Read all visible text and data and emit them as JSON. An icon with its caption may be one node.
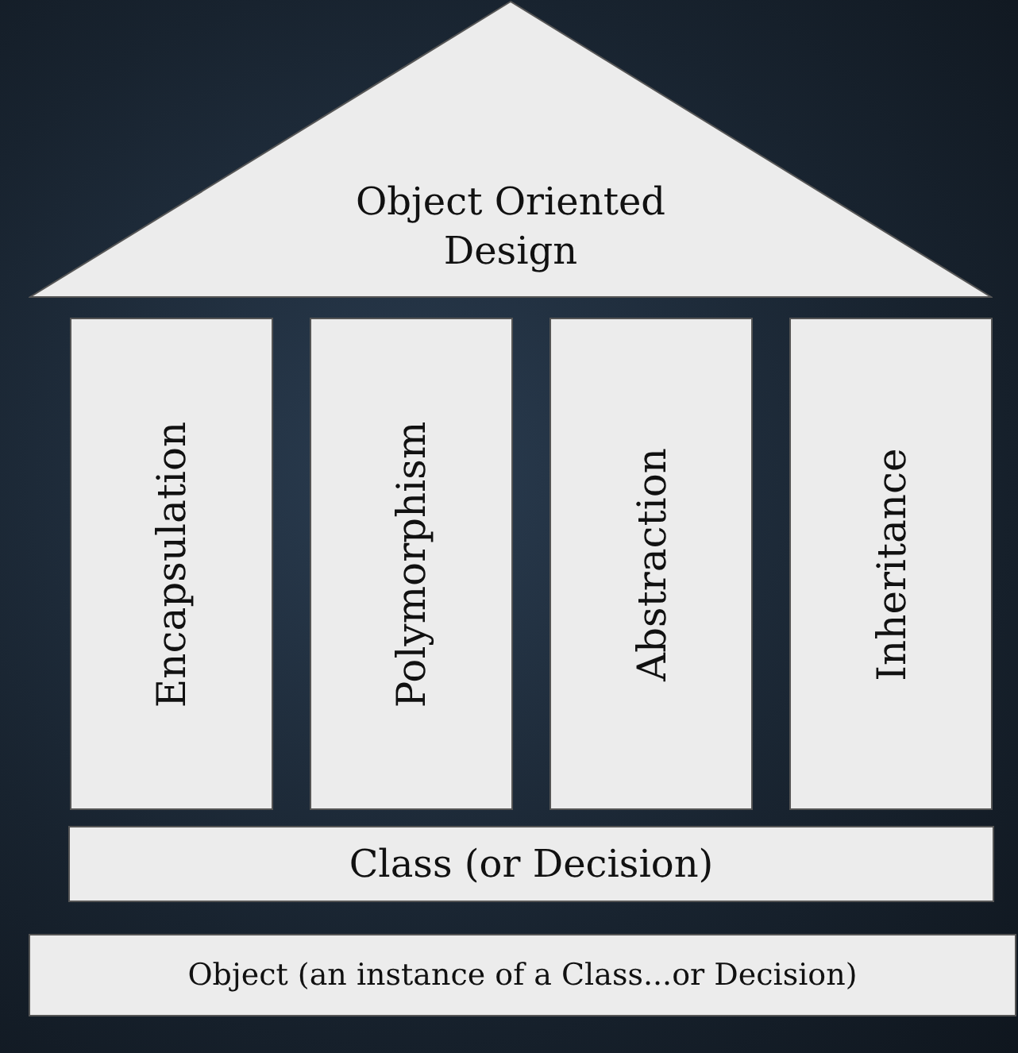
{
  "diagram": {
    "nodes": [
      {
        "text": [
          "Object Oriented Design"
        ]
      },
      {
        "text": [
          "Encapsulation"
        ]
      },
      {
        "text": [
          "Polymorphism"
        ]
      },
      {
        "text": [
          "Abstraction"
        ]
      },
      {
        "text": [
          "Inheritance"
        ]
      },
      {
        "text": [
          "Class (or Decision)"
        ]
      },
      {
        "text": [
          "Object (an instance of a Class...or Decision)"
        ]
      }
    ]
  }
}
